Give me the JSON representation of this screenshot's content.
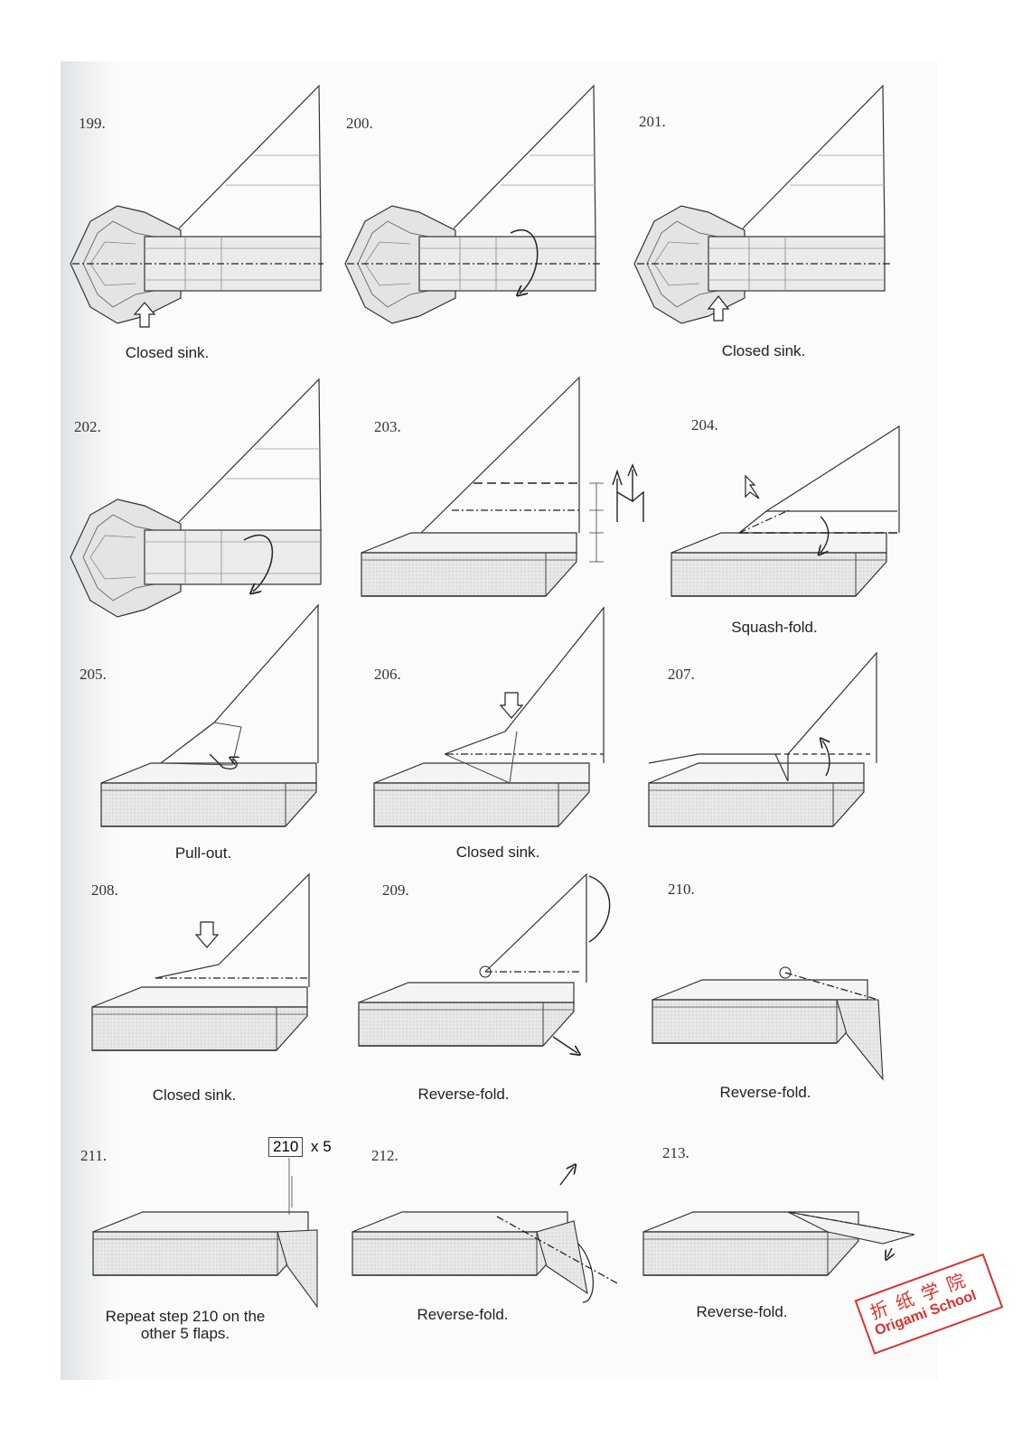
{
  "steps": [
    {
      "number": "199.",
      "caption": "Closed sink."
    },
    {
      "number": "200.",
      "caption": ""
    },
    {
      "number": "201.",
      "caption": "Closed sink."
    },
    {
      "number": "202.",
      "caption": ""
    },
    {
      "number": "203.",
      "caption": ""
    },
    {
      "number": "204.",
      "caption": "Squash-fold."
    },
    {
      "number": "205.",
      "caption": "Pull-out."
    },
    {
      "number": "206.",
      "caption": "Closed sink."
    },
    {
      "number": "207.",
      "caption": ""
    },
    {
      "number": "208.",
      "caption": "Closed sink."
    },
    {
      "number": "209.",
      "caption": "Reverse-fold."
    },
    {
      "number": "210.",
      "caption": "Reverse-fold."
    },
    {
      "number": "211.",
      "caption": "Repeat step 210 on the other 5 flaps."
    },
    {
      "number": "212.",
      "caption": "Reverse-fold."
    },
    {
      "number": "213.",
      "caption": "Reverse-fold."
    }
  ],
  "reference": {
    "step": "210",
    "multiplier": "x 5"
  },
  "stamp": {
    "chinese": "折纸学院",
    "english": "Origami School"
  },
  "colors": {
    "paper": "#e6e6e6",
    "line": "#333333",
    "stamp": "#d8322e"
  }
}
